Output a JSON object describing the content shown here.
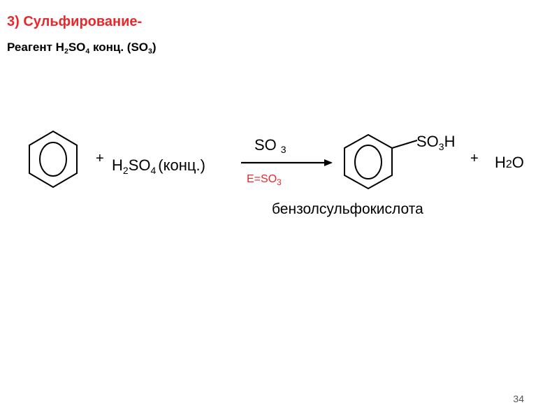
{
  "title": "3) Сульфирование-",
  "reagent": {
    "label": "Реагент H",
    "sub1": "2",
    "mid": "SO",
    "sub2": "4",
    "rest": " конц. (SO",
    "sub3": "3",
    "close": ")"
  },
  "reaction": {
    "plus1": "+",
    "acid": {
      "h": "H",
      "h_sub": "2",
      "so": "SO",
      "so_sub": "4",
      "cond": "(конц.)"
    },
    "above_arrow": {
      "so": "SO",
      "sub": "3"
    },
    "below_arrow": {
      "e": "E=SO",
      "sub": "3"
    },
    "substituent": {
      "so": "SO",
      "sub": "3",
      "h": "H"
    },
    "plus2": "+",
    "water": {
      "h": "H",
      "sub": "2",
      "o": "O"
    },
    "product_name": "бензолсульфокислота",
    "electrophile_color": "#e8282b"
  },
  "page_number": "34"
}
